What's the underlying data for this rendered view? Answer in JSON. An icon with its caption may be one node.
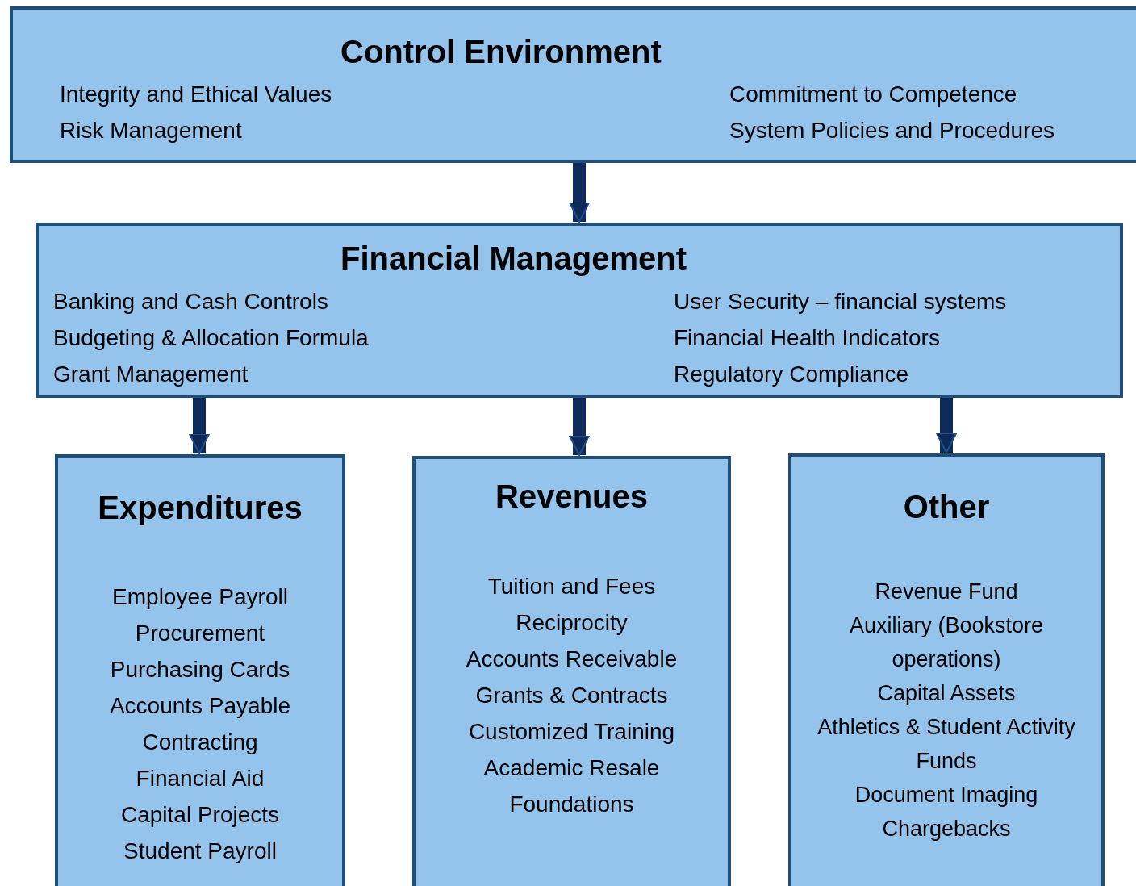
{
  "diagram": {
    "nodes": [
      {
        "text": [
          "Control Environment",
          "Integrity and Ethical Values",
          "Risk Management",
          "Commitment to Competence",
          "System Policies and Procedures"
        ]
      },
      {
        "text": [
          "Financial Management",
          "Banking and Cash Controls",
          "Budgeting & Allocation Formula",
          "Grant Management",
          "User Security – financial systems",
          "Financial Health Indicators",
          "Regulatory Compliance"
        ]
      },
      {
        "text": [
          "Expenditures",
          "Employee Payroll",
          "Procurement",
          "Purchasing Cards",
          "Accounts Payable",
          "Contracting",
          "Financial Aid",
          "Capital Projects",
          "Student Payroll"
        ]
      },
      {
        "text": [
          "Revenues",
          "Tuition and Fees",
          "Reciprocity",
          "Accounts Receivable",
          "Grants & Contracts",
          "Customized Training",
          "Academic Resale",
          "Foundations"
        ]
      },
      {
        "text": [
          "Other",
          "Revenue Fund",
          "Auxiliary (Bookstore operations)",
          "Capital Assets",
          "Athletics & Student Activity Funds",
          "Document Imaging",
          "Chargebacks"
        ]
      }
    ],
    "edges": [
      {
        "from": 0,
        "to": 1,
        "arrow": "to"
      },
      {
        "from": 1,
        "to": 2,
        "arrow": "to"
      },
      {
        "from": 1,
        "to": 3,
        "arrow": "to"
      },
      {
        "from": 1,
        "to": 4,
        "arrow": "to"
      }
    ]
  }
}
